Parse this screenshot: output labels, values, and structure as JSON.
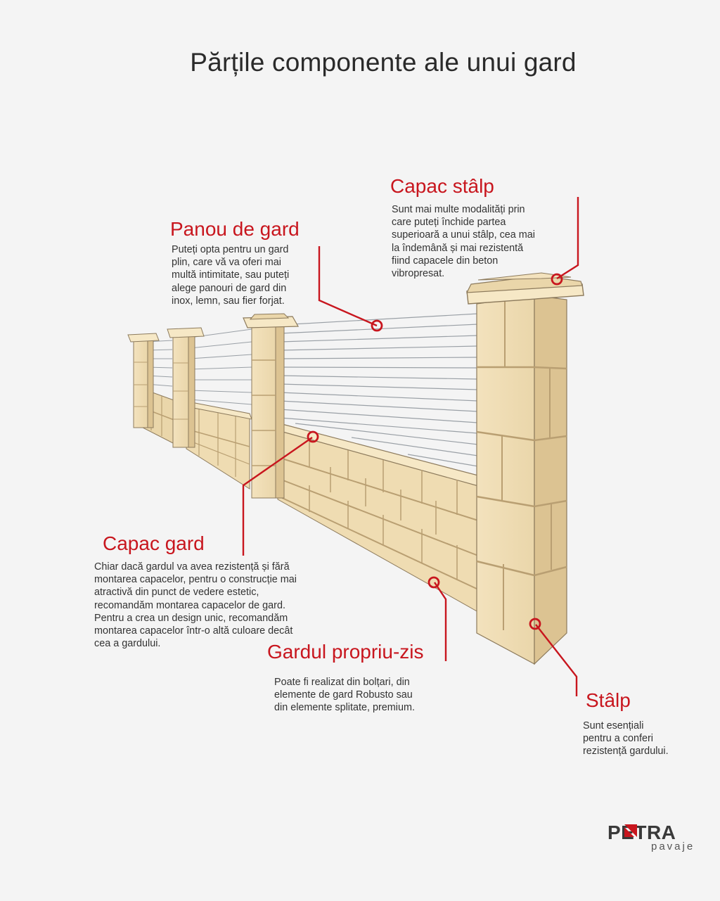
{
  "title": "Părțile componente ale unui gard",
  "colors": {
    "accent": "#c8161e",
    "stone": "#efdcb2",
    "stone_shade": "#dcc392",
    "mortar": "#b99f72",
    "outline": "#8c7a5c"
  },
  "callouts": {
    "panou": {
      "heading": "Panou de gard",
      "lines": [
        "Puteți opta pentru un gard",
        "plin, care vă va oferi mai",
        "multă intimitate, sau puteți",
        "alege panouri de gard din",
        "inox, lemn, sau fier forjat."
      ]
    },
    "capac_stalp": {
      "heading": "Capac stâlp",
      "lines": [
        "Sunt mai multe modalități prin",
        "care puteți închide partea",
        "superioară a unui stâlp, cea mai",
        "la îndemână și mai rezistentă",
        "fiind capacele din beton",
        "vibropresat."
      ]
    },
    "capac_gard": {
      "heading": "Capac gard",
      "lines": [
        "Chiar dacă gardul va avea rezistență și fără",
        "montarea capacelor, pentru o construcție mai",
        "atractivă din punct de vedere estetic,",
        "recomandăm montarea capacelor de gard.",
        "Pentru a crea un design unic, recomandăm",
        "montarea capacelor într-o altă culoare decât",
        "cea a gardului."
      ]
    },
    "gardul": {
      "heading": "Gardul propriu-zis",
      "lines": [
        "Poate fi realizat din bolțari, din",
        "elemente de gard Robusto sau",
        "din elemente splitate, premium."
      ]
    },
    "stalp": {
      "heading": "Stâlp",
      "lines": [
        "Sunt esențiali",
        "pentru a conferi",
        "rezistență gardului."
      ]
    }
  },
  "logo": {
    "name": "PETRA",
    "sub": "pavaje"
  }
}
